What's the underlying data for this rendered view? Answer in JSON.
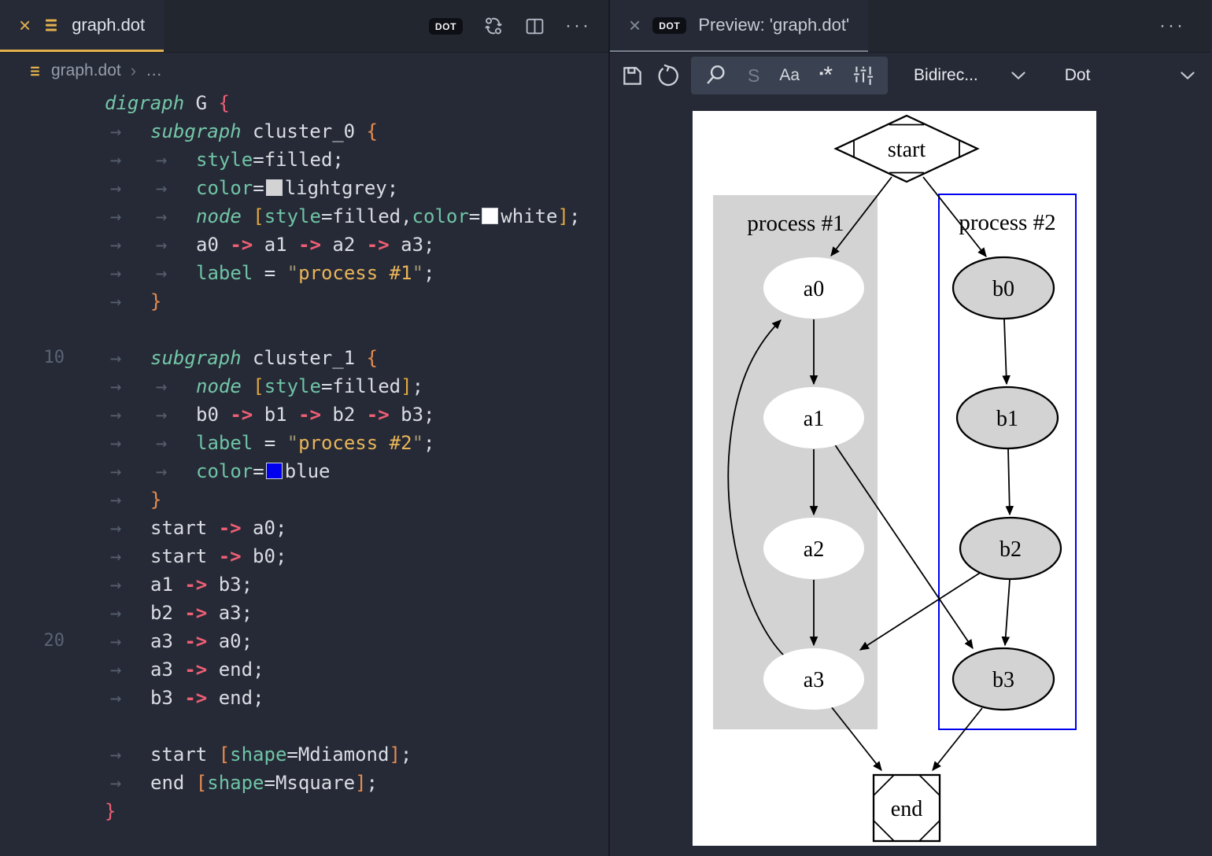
{
  "colors": {
    "gold_accent": "#e2b14e",
    "blue": "#0000ee",
    "lightgrey": "#d3d3d3",
    "white": "#ffffff",
    "rose": "#ee5e75",
    "string_gold": "#e9b558"
  },
  "left_pane": {
    "tab": {
      "close_glyph": "×",
      "title": "graph.dot",
      "badge": "DOT"
    },
    "actions": {
      "badge": "DOT",
      "more_glyph": "···"
    },
    "breadcrumb": {
      "file": "graph.dot",
      "separator": "›",
      "more": "…"
    },
    "editor": {
      "tab_glyph": "→",
      "lines": [
        {
          "num": "",
          "indent": 0,
          "tokens": [
            {
              "c": "kw",
              "t": "digraph"
            },
            {
              "c": "pl",
              "t": " G "
            },
            {
              "c": "b1",
              "t": "{"
            }
          ]
        },
        {
          "num": "",
          "indent": 1,
          "tokens": [
            {
              "c": "kw",
              "t": "subgraph"
            },
            {
              "c": "pl",
              "t": " cluster_0 "
            },
            {
              "c": "b2",
              "t": "{"
            }
          ]
        },
        {
          "num": "",
          "indent": 2,
          "tokens": [
            {
              "c": "at",
              "t": "style"
            },
            {
              "c": "pl",
              "t": "=filled;"
            }
          ]
        },
        {
          "num": "",
          "indent": 2,
          "tokens": [
            {
              "c": "at",
              "t": "color"
            },
            {
              "c": "pl",
              "t": "="
            },
            {
              "c": "sw",
              "color": "#d3d3d3"
            },
            {
              "c": "pl",
              "t": "lightgrey;"
            }
          ]
        },
        {
          "num": "",
          "indent": 2,
          "tokens": [
            {
              "c": "kw",
              "t": "node"
            },
            {
              "c": "pl",
              "t": " "
            },
            {
              "c": "b3",
              "t": "["
            },
            {
              "c": "at",
              "t": "style"
            },
            {
              "c": "pl",
              "t": "=filled,"
            },
            {
              "c": "at",
              "t": "color"
            },
            {
              "c": "pl",
              "t": "="
            },
            {
              "c": "sw",
              "color": "#ffffff"
            },
            {
              "c": "pl",
              "t": "white"
            },
            {
              "c": "b3",
              "t": "]"
            },
            {
              "c": "pl",
              "t": ";"
            }
          ]
        },
        {
          "num": "",
          "indent": 2,
          "tokens": [
            {
              "c": "pl",
              "t": "a0 "
            },
            {
              "c": "op",
              "t": "->"
            },
            {
              "c": "pl",
              "t": " a1 "
            },
            {
              "c": "op",
              "t": "->"
            },
            {
              "c": "pl",
              "t": " a2 "
            },
            {
              "c": "op",
              "t": "->"
            },
            {
              "c": "pl",
              "t": " a3;"
            }
          ]
        },
        {
          "num": "",
          "indent": 2,
          "tokens": [
            {
              "c": "at",
              "t": "label"
            },
            {
              "c": "pl",
              "t": " = "
            },
            {
              "c": "q",
              "t": "\""
            },
            {
              "c": "st",
              "t": "process #1"
            },
            {
              "c": "q",
              "t": "\""
            },
            {
              "c": "pl",
              "t": ";"
            }
          ]
        },
        {
          "num": "",
          "indent": 1,
          "tokens": [
            {
              "c": "b2",
              "t": "}"
            }
          ]
        },
        {
          "num": "",
          "indent": 0,
          "tokens": []
        },
        {
          "num": "10",
          "indent": 1,
          "tokens": [
            {
              "c": "kw",
              "t": "subgraph"
            },
            {
              "c": "pl",
              "t": " cluster_1 "
            },
            {
              "c": "b2",
              "t": "{"
            }
          ]
        },
        {
          "num": "",
          "indent": 2,
          "tokens": [
            {
              "c": "kw",
              "t": "node"
            },
            {
              "c": "pl",
              "t": " "
            },
            {
              "c": "b3",
              "t": "["
            },
            {
              "c": "at",
              "t": "style"
            },
            {
              "c": "pl",
              "t": "=filled"
            },
            {
              "c": "b3",
              "t": "]"
            },
            {
              "c": "pl",
              "t": ";"
            }
          ]
        },
        {
          "num": "",
          "indent": 2,
          "tokens": [
            {
              "c": "pl",
              "t": "b0 "
            },
            {
              "c": "op",
              "t": "->"
            },
            {
              "c": "pl",
              "t": " b1 "
            },
            {
              "c": "op",
              "t": "->"
            },
            {
              "c": "pl",
              "t": " b2 "
            },
            {
              "c": "op",
              "t": "->"
            },
            {
              "c": "pl",
              "t": " b3;"
            }
          ]
        },
        {
          "num": "",
          "indent": 2,
          "tokens": [
            {
              "c": "at",
              "t": "label"
            },
            {
              "c": "pl",
              "t": " = "
            },
            {
              "c": "q",
              "t": "\""
            },
            {
              "c": "st",
              "t": "process #2"
            },
            {
              "c": "q",
              "t": "\""
            },
            {
              "c": "pl",
              "t": ";"
            }
          ]
        },
        {
          "num": "",
          "indent": 2,
          "tokens": [
            {
              "c": "at",
              "t": "color"
            },
            {
              "c": "pl",
              "t": "="
            },
            {
              "c": "sw",
              "color": "#0000ee"
            },
            {
              "c": "pl",
              "t": "blue"
            }
          ]
        },
        {
          "num": "",
          "indent": 1,
          "tokens": [
            {
              "c": "b2",
              "t": "}"
            }
          ]
        },
        {
          "num": "",
          "indent": 1,
          "tokens": [
            {
              "c": "pl",
              "t": "start "
            },
            {
              "c": "op",
              "t": "->"
            },
            {
              "c": "pl",
              "t": " a0;"
            }
          ]
        },
        {
          "num": "",
          "indent": 1,
          "tokens": [
            {
              "c": "pl",
              "t": "start "
            },
            {
              "c": "op",
              "t": "->"
            },
            {
              "c": "pl",
              "t": " b0;"
            }
          ]
        },
        {
          "num": "",
          "indent": 1,
          "tokens": [
            {
              "c": "pl",
              "t": "a1 "
            },
            {
              "c": "op",
              "t": "->"
            },
            {
              "c": "pl",
              "t": " b3;"
            }
          ]
        },
        {
          "num": "",
          "indent": 1,
          "tokens": [
            {
              "c": "pl",
              "t": "b2 "
            },
            {
              "c": "op",
              "t": "->"
            },
            {
              "c": "pl",
              "t": " a3;"
            }
          ]
        },
        {
          "num": "20",
          "indent": 1,
          "tokens": [
            {
              "c": "pl",
              "t": "a3 "
            },
            {
              "c": "op",
              "t": "->"
            },
            {
              "c": "pl",
              "t": " a0;"
            }
          ]
        },
        {
          "num": "",
          "indent": 1,
          "tokens": [
            {
              "c": "pl",
              "t": "a3 "
            },
            {
              "c": "op",
              "t": "->"
            },
            {
              "c": "pl",
              "t": " end;"
            }
          ]
        },
        {
          "num": "",
          "indent": 1,
          "tokens": [
            {
              "c": "pl",
              "t": "b3 "
            },
            {
              "c": "op",
              "t": "->"
            },
            {
              "c": "pl",
              "t": " end;"
            }
          ]
        },
        {
          "num": "",
          "indent": 0,
          "tokens": []
        },
        {
          "num": "",
          "indent": 1,
          "tokens": [
            {
              "c": "pl",
              "t": "start "
            },
            {
              "c": "b2",
              "t": "["
            },
            {
              "c": "at",
              "t": "shape"
            },
            {
              "c": "pl",
              "t": "=Mdiamond"
            },
            {
              "c": "b2",
              "t": "]"
            },
            {
              "c": "pl",
              "t": ";"
            }
          ]
        },
        {
          "num": "",
          "indent": 1,
          "tokens": [
            {
              "c": "pl",
              "t": "end "
            },
            {
              "c": "b2",
              "t": "["
            },
            {
              "c": "at",
              "t": "shape"
            },
            {
              "c": "pl",
              "t": "=Msquare"
            },
            {
              "c": "b2",
              "t": "]"
            },
            {
              "c": "pl",
              "t": ";"
            }
          ]
        },
        {
          "num": "",
          "indent": 0,
          "tokens": [
            {
              "c": "b1",
              "t": "}"
            }
          ]
        }
      ]
    }
  },
  "right_pane": {
    "tab": {
      "close_glyph": "×",
      "badge": "DOT",
      "title": "Preview: 'graph.dot'",
      "more_glyph": "···"
    },
    "toolbar": {
      "s_label": "S",
      "aa_label": "Aa",
      "regex_box": "▪",
      "regex_star": "*",
      "direction_dropdown": "Bidirec...",
      "engine_dropdown": "Dot"
    },
    "graph": {
      "clusters": {
        "c0": "process #1",
        "c1": "process #2"
      },
      "nodes": {
        "start": "start",
        "a0": "a0",
        "a1": "a1",
        "a2": "a2",
        "a3": "a3",
        "b0": "b0",
        "b1": "b1",
        "b2": "b2",
        "b3": "b3",
        "end": "end"
      }
    }
  }
}
